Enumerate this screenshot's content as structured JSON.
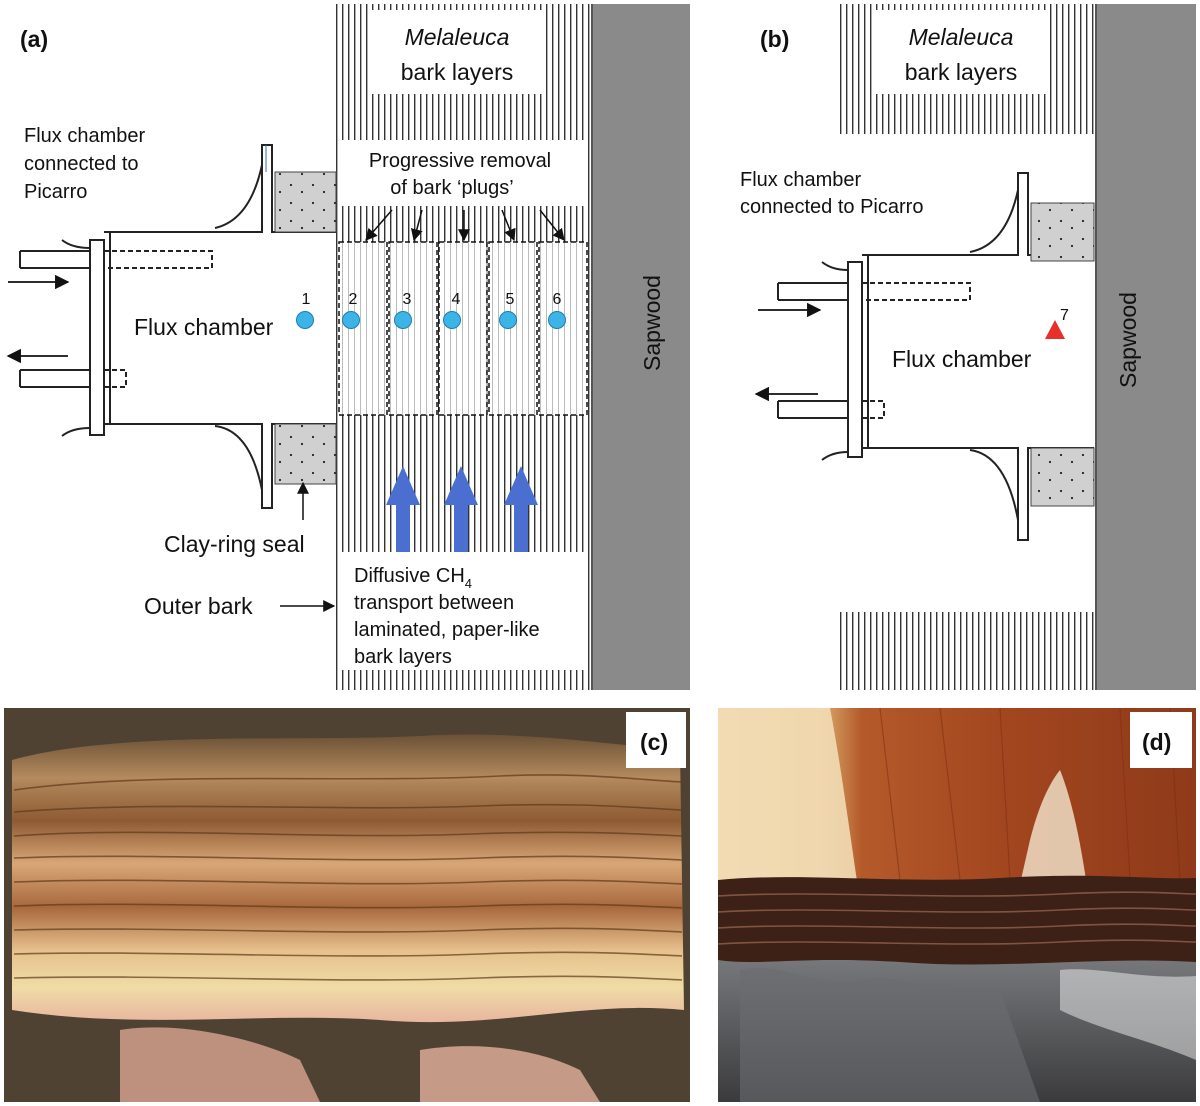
{
  "panel_a": {
    "letter": "(a)",
    "bark_title_italic": "Melaleuca",
    "bark_title_rest": "bark layers",
    "chamber_connection_lines": [
      "Flux chamber",
      "connected to",
      "Picarro"
    ],
    "chamber_label": "Flux chamber",
    "removal_lines": [
      "Progressive removal",
      "of bark ‘plugs’"
    ],
    "sapwood_label": "Sapwood",
    "seal_label": "Clay-ring seal",
    "outer_bark_label": "Outer bark",
    "diffusion_line1_main": "Diffusive CH",
    "diffusion_line1_sub": "4",
    "diffusion_lines_rest": [
      "transport between",
      "laminated, paper-like",
      "bark layers"
    ],
    "sampling_points": [
      "1",
      "2",
      "3",
      "4",
      "5",
      "6"
    ],
    "point_color": "#3cb4e6",
    "arrow_color": "#4a6fd0"
  },
  "panel_b": {
    "letter": "(b)",
    "bark_title_italic": "Melaleuca",
    "bark_title_rest": "bark layers",
    "chamber_connection_lines": [
      "Flux chamber",
      "connected to Picarro"
    ],
    "chamber_label": "Flux chamber",
    "sapwood_label": "Sapwood",
    "sampling_point": "7",
    "marker_color": "#e8302a"
  },
  "panel_c": {
    "letter": "(c)"
  },
  "panel_d": {
    "letter": "(d)"
  },
  "colors": {
    "sapwood": "#8a8a8a",
    "clay": "#d0d0d0",
    "bark_stripe": "#333333"
  }
}
